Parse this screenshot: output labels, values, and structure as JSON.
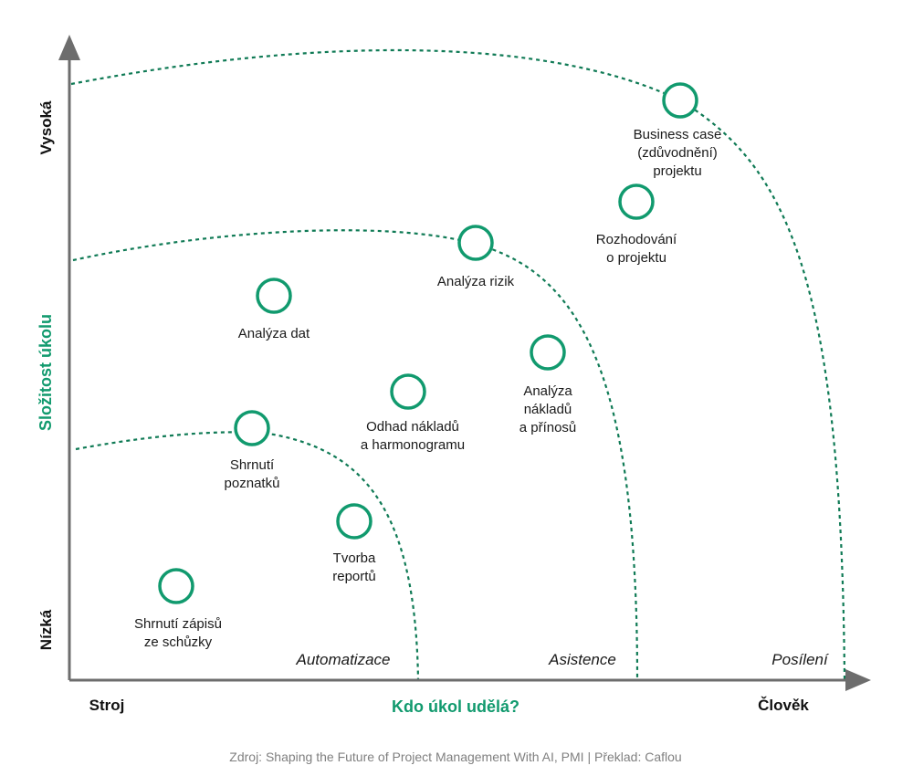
{
  "colors": {
    "accent": "#119a6e",
    "curve": "#0f7a55",
    "axis": "#6d6d6d"
  },
  "y_axis": {
    "title": "Složitost úkolu",
    "high_label": "Vysoká",
    "low_label": "Nízká"
  },
  "x_axis": {
    "title": "Kdo úkol udělá?",
    "left_label": "Stroj",
    "right_label": "Člověk"
  },
  "zones": {
    "inner": "Automatizace",
    "middle": "Asistence",
    "outer": "Posílení"
  },
  "nodes": [
    {
      "id": "shrnuti-zapisu",
      "lines": [
        "Shrnutí zápisů",
        "ze schůzky"
      ]
    },
    {
      "id": "tvorba-reportu",
      "lines": [
        "Tvorba",
        "reportů"
      ]
    },
    {
      "id": "shrnuti-poznatku",
      "lines": [
        "Shrnutí",
        "poznatků"
      ]
    },
    {
      "id": "odhad-nakladu",
      "lines": [
        "Odhad nákladů",
        "a harmonogramu"
      ]
    },
    {
      "id": "analyza-dat",
      "lines": [
        "Analýza dat"
      ]
    },
    {
      "id": "analyza-nakladu-prinosu",
      "lines": [
        "Analýza",
        "nákladů",
        "a přínosů"
      ]
    },
    {
      "id": "analyza-rizik",
      "lines": [
        "Analýza rizik"
      ]
    },
    {
      "id": "rozhodovani",
      "lines": [
        "Rozhodování",
        "o projektu"
      ]
    },
    {
      "id": "business-case",
      "lines": [
        "Business case",
        "(zdůvodnění)",
        "projektu"
      ]
    }
  ],
  "source": "Zdroj: Shaping the Future of Project Management With AI, PMI | Překlad: Caflou"
}
